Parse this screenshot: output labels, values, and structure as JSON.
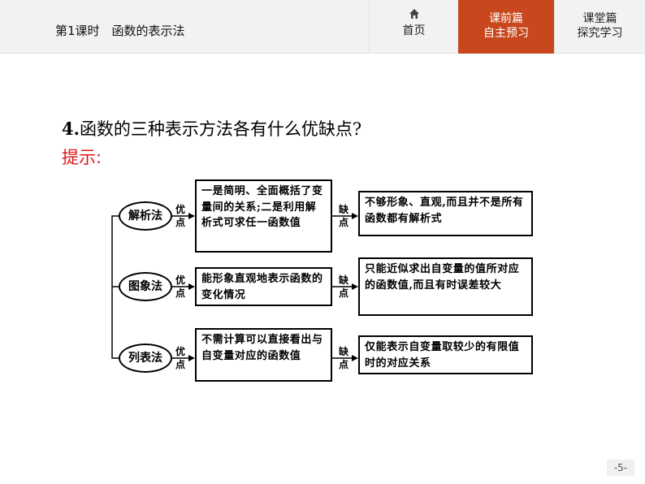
{
  "header": {
    "lesson_title": "第1课时　函数的表示法",
    "nav": {
      "home": "首页",
      "pre_line1": "课前篇",
      "pre_line2": "自主预习",
      "class_line1": "课堂篇",
      "class_line2": "探究学习"
    }
  },
  "question": {
    "number": "4.",
    "text": "函数的三种表示方法各有什么优缺点?"
  },
  "hint_label": "提示:",
  "side_labels": {
    "adv_1": "优",
    "adv_2": "点",
    "dis_1": "缺",
    "dis_2": "点"
  },
  "methods": [
    {
      "name": "解析法",
      "advantage": "一是简明、全面概括了变量间的关系;二是利用解析式可求任一函数值",
      "disadvantage": "不够形象、直观,而且并不是所有函数都有解析式"
    },
    {
      "name": "图象法",
      "advantage": "能形象直观地表示函数的变化情况",
      "disadvantage": "只能近似求出自变量的值所对应的函数值,而且有时误差较大"
    },
    {
      "name": "列表法",
      "advantage": "不需计算可以直接看出与自变量对应的函数值",
      "disadvantage": "仅能表示自变量取较少的有限值时的对应关系"
    }
  ],
  "page_number": "-5-",
  "colors": {
    "accent": "#c9471d",
    "hint": "#e0161a",
    "header_bg": "#f2f2f2"
  }
}
